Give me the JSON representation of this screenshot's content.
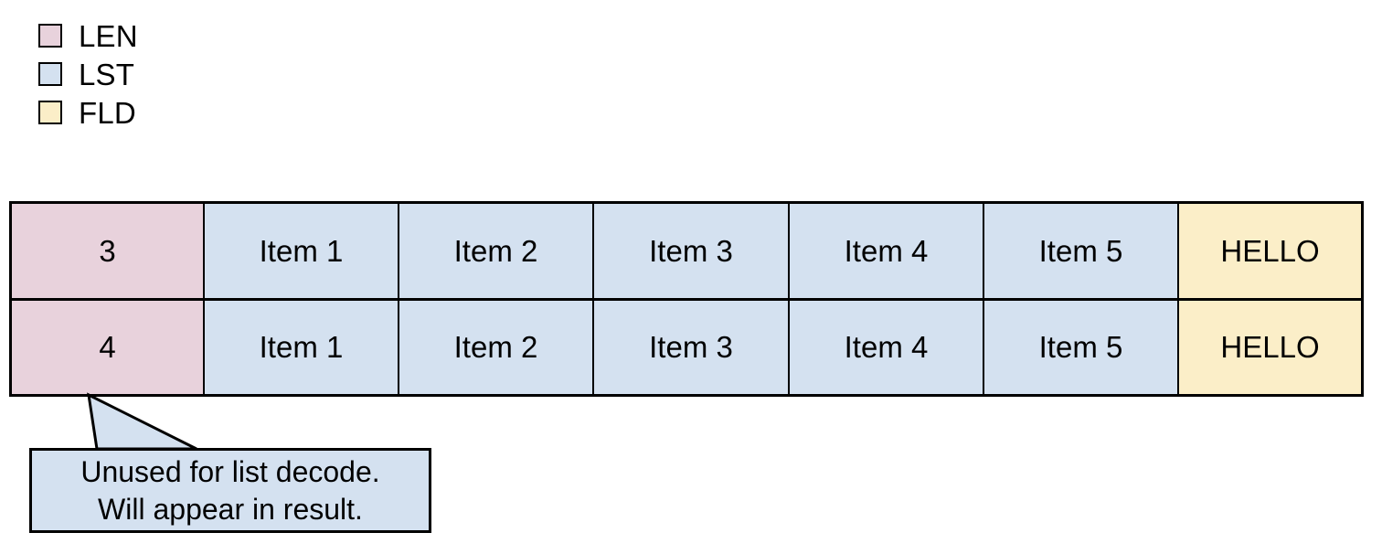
{
  "legend": {
    "items": [
      {
        "label": "LEN",
        "color": "#e8d2dc",
        "swatch_icon": "color-swatch-icon"
      },
      {
        "label": "LST",
        "color": "#d4e1f0",
        "swatch_icon": "color-swatch-icon"
      },
      {
        "label": "FLD",
        "color": "#fbeec8",
        "swatch_icon": "color-swatch-icon"
      }
    ]
  },
  "table": {
    "columns": [
      {
        "kind": "LEN",
        "color": "#e8d2dc"
      },
      {
        "kind": "LST",
        "color": "#d4e1f0"
      },
      {
        "kind": "LST",
        "color": "#d4e1f0"
      },
      {
        "kind": "LST",
        "color": "#d4e1f0"
      },
      {
        "kind": "LST",
        "color": "#d4e1f0"
      },
      {
        "kind": "LST",
        "color": "#d4e1f0"
      },
      {
        "kind": "FLD",
        "color": "#fbeec8"
      }
    ],
    "rows": [
      {
        "cells": [
          "3",
          "Item 1",
          "Item 2",
          "Item 3",
          "Item 4",
          "Item 5",
          "HELLO"
        ]
      },
      {
        "cells": [
          "4",
          "Item 1",
          "Item 2",
          "Item 3",
          "Item 4",
          "Item 5",
          "HELLO"
        ]
      }
    ]
  },
  "callout": {
    "fill": "#d4e1f0",
    "stroke": "#000000",
    "lines": [
      "Unused for list decode.",
      "Will appear in result."
    ]
  }
}
